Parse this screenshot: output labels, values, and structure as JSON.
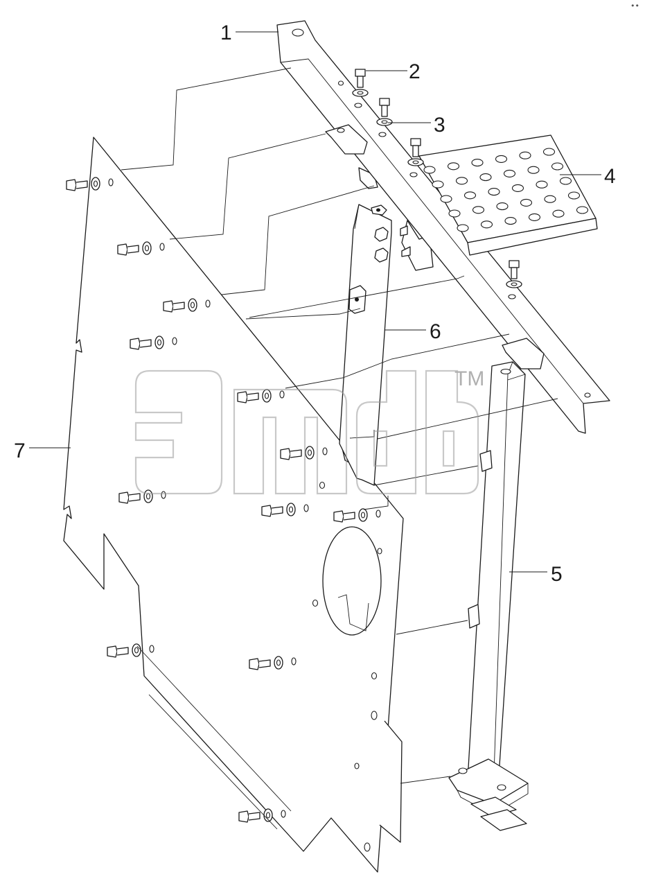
{
  "diagram": {
    "callouts": [
      {
        "id": "1",
        "label": "1"
      },
      {
        "id": "2",
        "label": "2"
      },
      {
        "id": "3",
        "label": "3"
      },
      {
        "id": "4",
        "label": "4"
      },
      {
        "id": "5",
        "label": "5"
      },
      {
        "id": "6",
        "label": "6"
      },
      {
        "id": "7",
        "label": "7"
      }
    ],
    "watermark": {
      "trademark": "TM"
    },
    "corner_mark": "••"
  },
  "colors": {
    "line": "#1a1a1a",
    "watermark": "#9a9a9a",
    "background": "#ffffff"
  }
}
